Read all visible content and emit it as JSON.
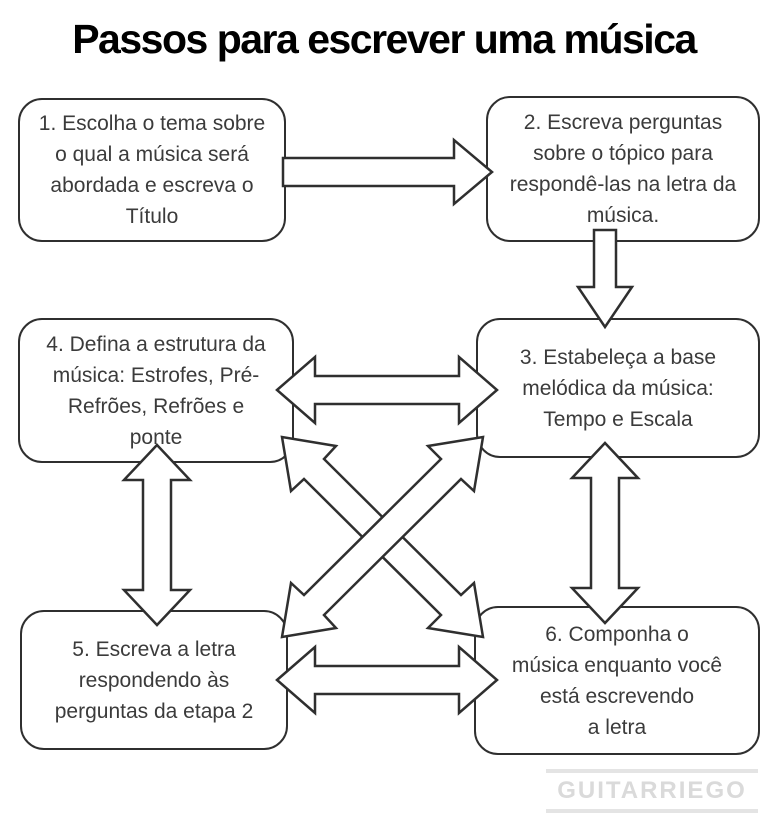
{
  "title": "Passos para escrever uma música",
  "boxes": [
    {
      "id": "step-1",
      "text": "1. Escolha o tema sobre\no qual a música será\nabordada e escreva o\nTítulo"
    },
    {
      "id": "step-2",
      "text": "2. Escreva perguntas\nsobre o tópico para\nrespondê-las na letra da\nmúsica."
    },
    {
      "id": "step-3",
      "text": "3. Estabeleça a base\nmelódica da música:\nTempo e Escala"
    },
    {
      "id": "step-4",
      "text": "4. Defina a estrutura da\nmúsica: Estrofes, Pré-\nRefrões, Refrões e\nponte"
    },
    {
      "id": "step-5",
      "text": "5. Escreva a letra\nrespondendo às\nperguntas da etapa 2"
    },
    {
      "id": "step-6",
      "text": "6. Componha o\nmúsica enquanto você\nestá escrevendo\na letra"
    }
  ],
  "arrows": [
    {
      "name": "arrow-step1-to-step2",
      "type": "single",
      "direction": "right"
    },
    {
      "name": "arrow-step2-to-step3",
      "type": "single",
      "direction": "down"
    },
    {
      "name": "arrow-step4-step3",
      "type": "double",
      "direction": "horizontal"
    },
    {
      "name": "arrow-step4-step5",
      "type": "double",
      "direction": "vertical"
    },
    {
      "name": "arrow-step3-step6",
      "type": "double",
      "direction": "vertical"
    },
    {
      "name": "arrow-step5-step6",
      "type": "double",
      "direction": "horizontal"
    },
    {
      "name": "arrow-diagonal-step4-step6",
      "type": "double",
      "direction": "diagonal"
    },
    {
      "name": "arrow-diagonal-step3-step5",
      "type": "double",
      "direction": "diagonal"
    }
  ],
  "watermark": "GUITARRIEGO",
  "colors": {
    "background": "#ffffff",
    "outline": "#2f2f2f",
    "box_text": "#3b3b3b",
    "title_text": "#000000",
    "watermark_text": "#dadada"
  }
}
